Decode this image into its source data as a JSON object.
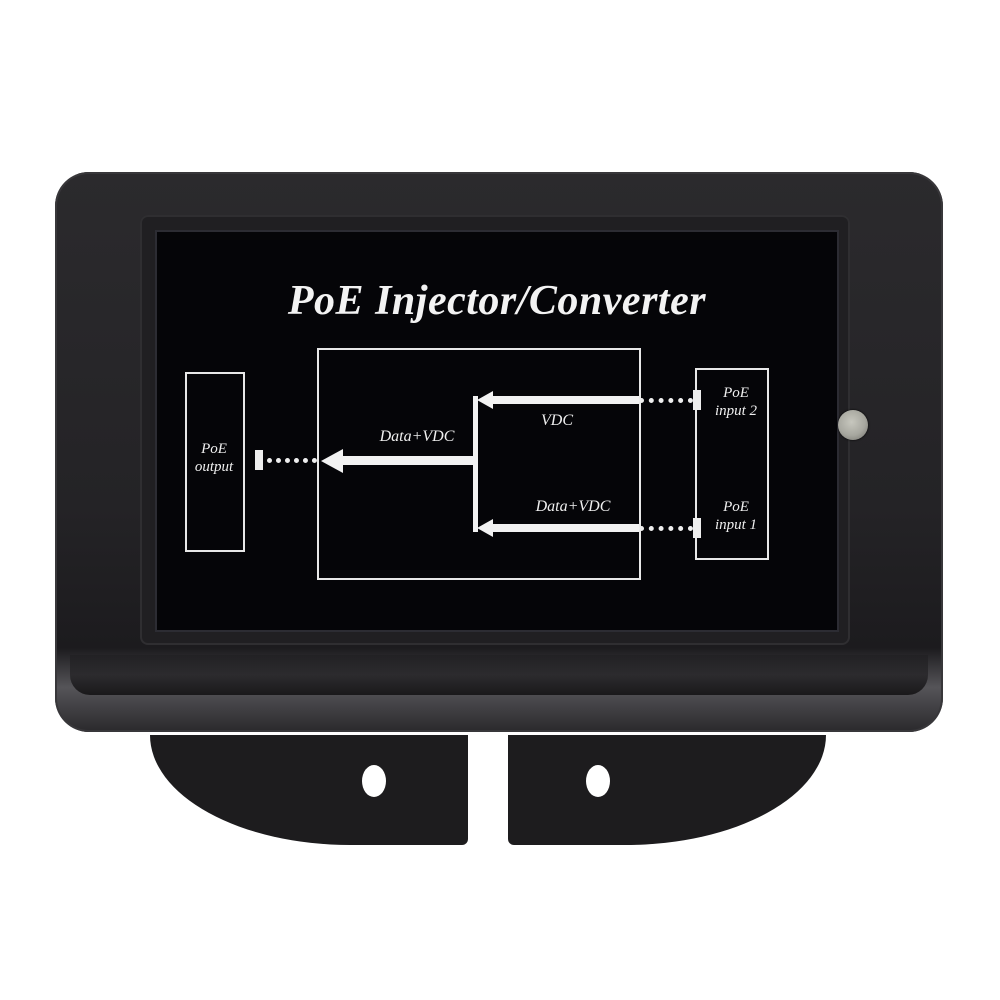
{
  "device": {
    "title": "PoE Injector/Converter",
    "colors": {
      "enclosure": "#262528",
      "label_background": "#050508",
      "label_ink": "#f2f2f2",
      "led": "#b5b5ad",
      "background": "#ffffff"
    },
    "diagram": {
      "output_block": {
        "line1": "PoE",
        "line2": "output"
      },
      "input_block": {
        "input2": {
          "line1": "PoE",
          "line2": "input 2"
        },
        "input1": {
          "line1": "PoE",
          "line2": "input 1"
        }
      },
      "core": {
        "output_signal": "Data+VDC",
        "input2_signal": "VDC",
        "input1_signal": "Data+VDC"
      }
    },
    "indicator": {
      "icon": "led-indicator-icon"
    },
    "bracket": {
      "icon": "mounting-hole-icon",
      "hole_count": 2
    }
  }
}
